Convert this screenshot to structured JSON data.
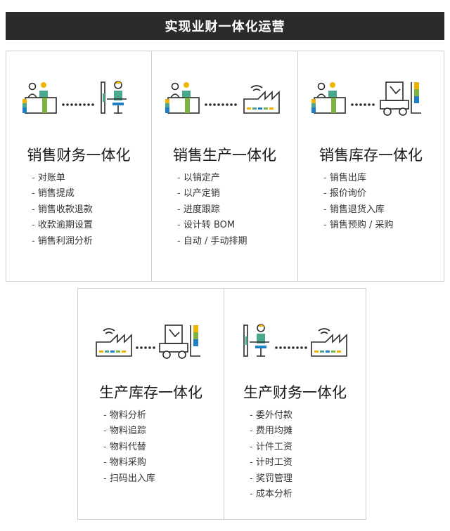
{
  "banner": {
    "title": "实现业财一体化运营"
  },
  "colors": {
    "yellow": "#f0b400",
    "teal": "#4aa88f",
    "blue": "#1f7fc6",
    "green": "#7cb342",
    "dark": "#2b2b2b"
  },
  "cards": [
    {
      "title": "销售财务一体化",
      "left_icon": "sales-desk-icon",
      "right_icon": "accountant-icon",
      "items": [
        "对账单",
        "销售提成",
        "销售收款退款",
        "收款逾期设置",
        "销售利润分析"
      ]
    },
    {
      "title": "销售生产一体化",
      "left_icon": "sales-desk-icon",
      "right_icon": "factory-icon",
      "items": [
        "以销定产",
        "以产定销",
        "进度跟踪",
        "设计转 BOM",
        "自动 / 手动排期"
      ]
    },
    {
      "title": "销售库存一体化",
      "left_icon": "sales-desk-icon",
      "right_icon": "forklift-icon",
      "items": [
        "销售出库",
        "报价询价",
        "销售退货入库",
        "销售预购 / 采购"
      ]
    },
    {
      "title": "生产库存一体化",
      "left_icon": "factory-icon",
      "right_icon": "forklift-icon",
      "items": [
        "物料分析",
        "物料追踪",
        "物料代替",
        "物料采购",
        "扫码出入库"
      ]
    },
    {
      "title": "生产财务一体化",
      "left_icon": "accountant-icon",
      "right_icon": "factory-icon",
      "items": [
        "委外付款",
        "费用均摊",
        "计件工资",
        "计时工资",
        "奖罚管理",
        "成本分析"
      ]
    }
  ]
}
